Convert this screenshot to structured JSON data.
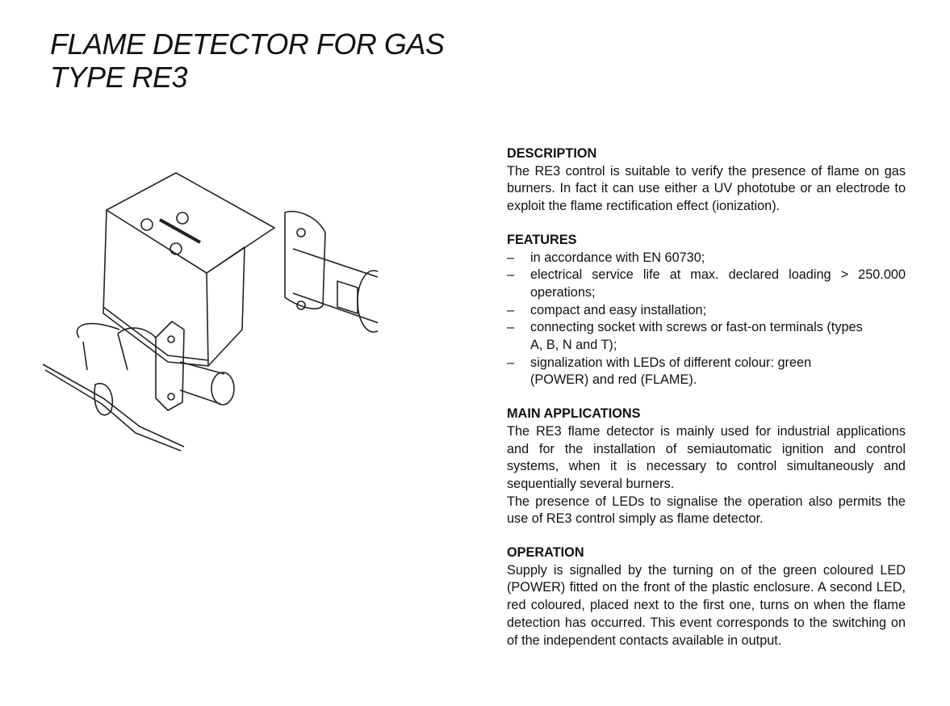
{
  "title": {
    "line1": "FLAME DETECTOR FOR GAS",
    "line2": "TYPE RE3"
  },
  "illustration": {
    "icon": "flame-detector-drawing"
  },
  "description": {
    "heading": "DESCRIPTION",
    "text": "The RE3 control is suitable to verify the presence of flame on gas burners. In fact it can use either a UV phototube or an electrode to exploit the flame rectification effect (ionization)."
  },
  "features": {
    "heading": "FEATURES",
    "bullet": "–",
    "items": [
      "in accordance with EN 60730;",
      "electrical service life at max. declared loading > 250.000 operations;",
      "compact and easy installation;",
      "connecting socket with screws or fast-on  terminals (types A, B, N and T);",
      "signalization with LEDs of different colour: green (POWER) and red (FLAME)."
    ]
  },
  "applications": {
    "heading": "MAIN APPLICATIONS",
    "text1": "The RE3 flame detector is mainly used for industrial applications and for the installation of semiautomatic ignition and control systems, when it is necessary to control simultaneously and sequentially several burners.",
    "text2": "The presence of LEDs to signalise the operation also permits the use of RE3 control simply as flame detector."
  },
  "operation": {
    "heading": "OPERATION",
    "text": "Supply is signalled by the turning on of the green coloured LED (POWER) fitted on the front of the plastic enclosure. A second LED, red coloured, placed next to the first  one, turns on when the flame detection has occurred. This event corresponds to the switching on of the independent contacts available in output."
  }
}
